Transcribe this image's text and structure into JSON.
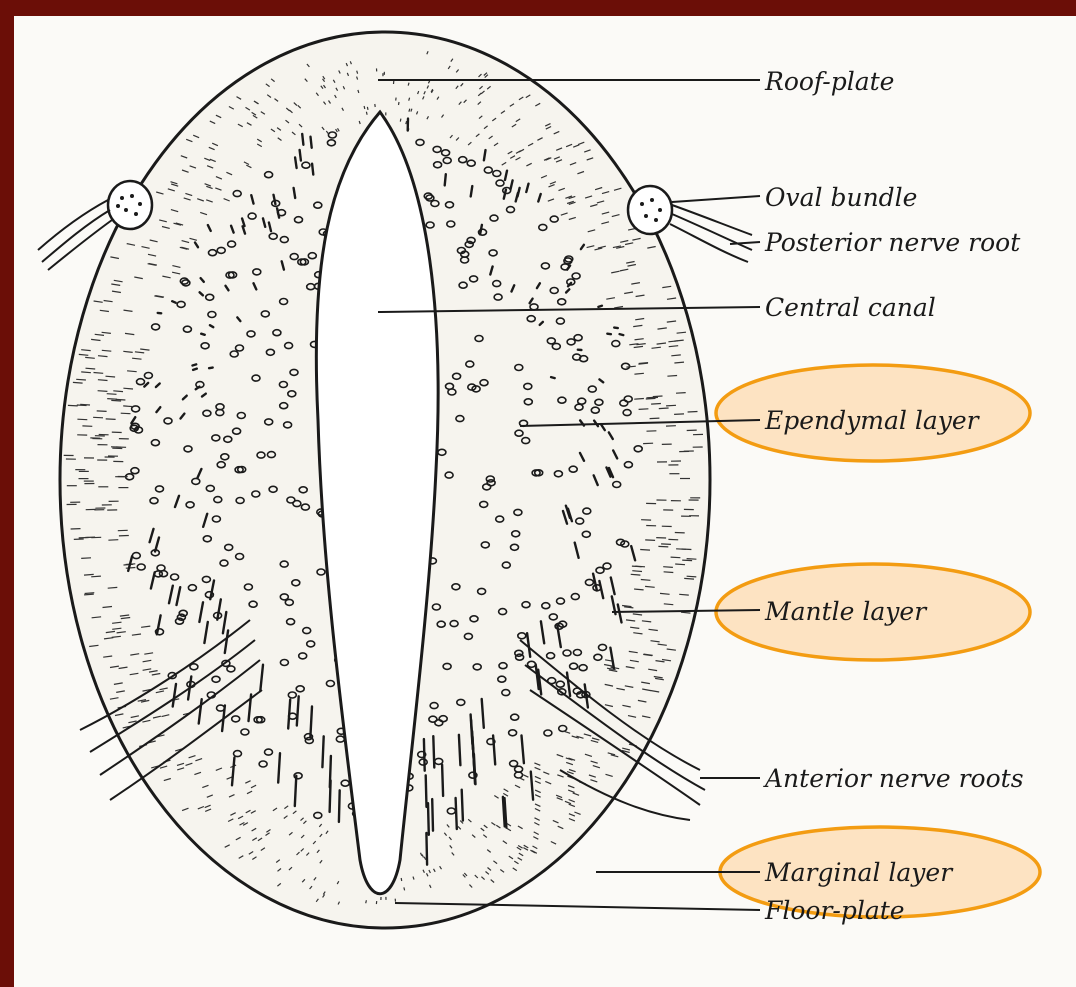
{
  "labels": {
    "roof_plate": "Roof-plate",
    "oval_bundle": "Oval bundle",
    "posterior_nerve_root": "Posterior nerve root",
    "central_canal": "Central canal",
    "ependymal_layer": "Ependymal layer",
    "mantle_layer": "Mantle layer",
    "anterior_nerve_roots": "Anterior nerve roots",
    "marginal_layer": "Marginal layer",
    "floor_plate": "Floor-plate"
  },
  "colors": {
    "frame": "#6b0e07",
    "highlight_fill": "#fde3c2",
    "highlight_stroke": "#f39c12",
    "ink": "#1a1a1a"
  }
}
